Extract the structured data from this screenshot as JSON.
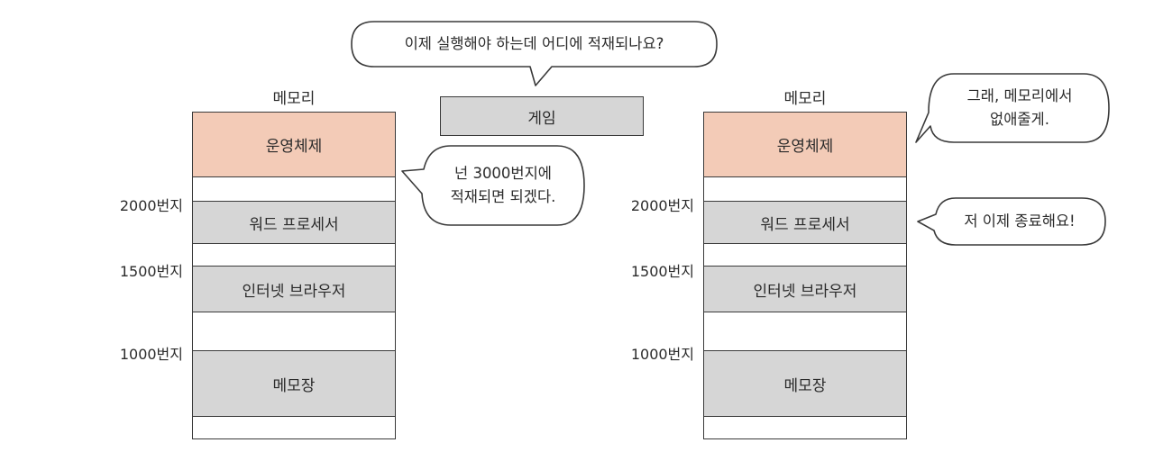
{
  "top_bubble": "이제 실행해야 하는데 어디에 적재되나요?",
  "game_label": "게임",
  "left_memory": {
    "title": "메모리",
    "segments": [
      "운영체제",
      "워드 프로세서",
      "인터넷 브라우저",
      "메모장"
    ],
    "addresses": [
      "2000번지",
      "1500번지",
      "1000번지"
    ],
    "bubble_lines": [
      "넌 3000번지에",
      "적재되면 되겠다."
    ]
  },
  "right_memory": {
    "title": "메모리",
    "segments": [
      "운영체제",
      "워드 프로세서",
      "인터넷 브라우저",
      "메모장"
    ],
    "addresses": [
      "2000번지",
      "1500번지",
      "1000번지"
    ],
    "bubble1_lines": [
      "그래, 메모리에서",
      "없애줄게."
    ],
    "bubble2": "저 이제 종료해요!"
  },
  "colors": {
    "os": "#f3cbb7",
    "app": "#d6d6d6",
    "stroke": "#3a3a3a"
  }
}
